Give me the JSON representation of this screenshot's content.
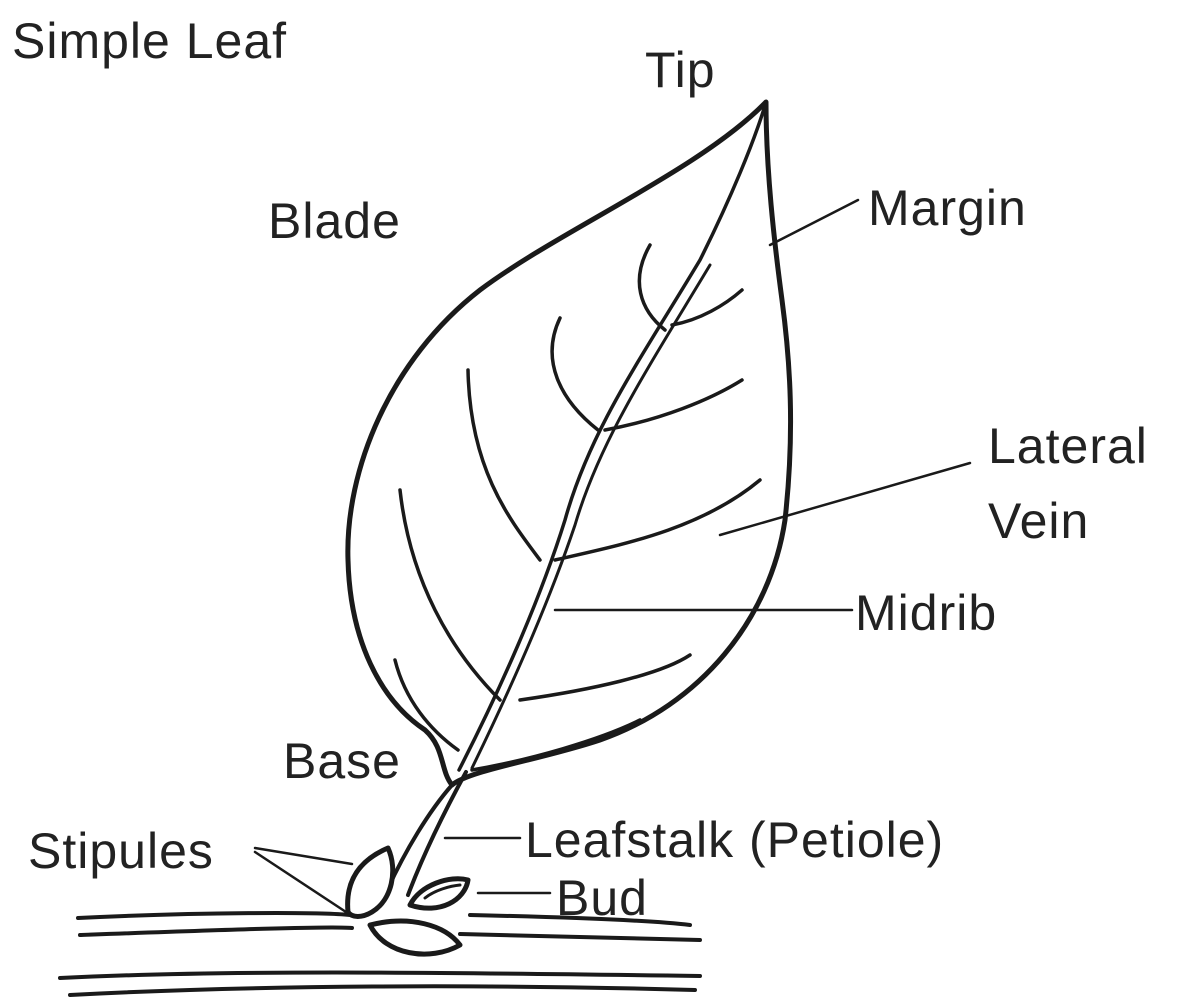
{
  "title": "Simple Leaf",
  "labels": {
    "tip": "Tip",
    "blade": "Blade",
    "margin": "Margin",
    "lateral_vein_line1": "Lateral",
    "lateral_vein_line2": "Vein",
    "midrib": "Midrib",
    "base": "Base",
    "leafstalk": "Leafstalk (Petiole)",
    "stipules": "Stipules",
    "bud": "Bud"
  },
  "colors": {
    "ink": "#1a1a1a",
    "background": "#ffffff"
  }
}
